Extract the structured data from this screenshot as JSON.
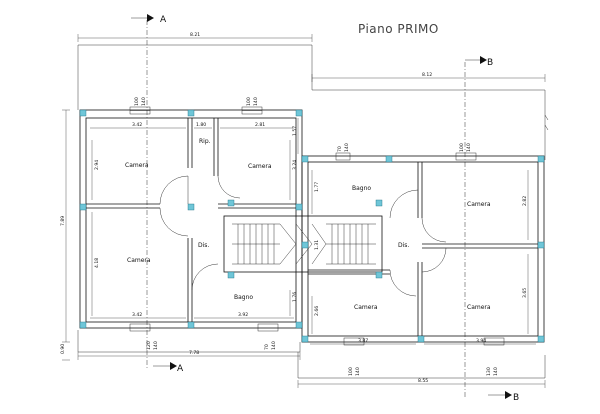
{
  "title": "Piano PRIMO",
  "sections": {
    "a_top": "A",
    "a_bottom": "A",
    "b_top": "B",
    "b_bottom": "B"
  },
  "rooms": {
    "camera_tl": "Camera",
    "rip": "Rip.",
    "camera_tc": "Camera",
    "camera_ml": "Camera",
    "dis_left": "Dis.",
    "bagno_left": "Bagno",
    "bagno_right": "Bagno",
    "dis_right": "Dis.",
    "camera_tr": "Camera",
    "camera_bc": "Camera",
    "camera_br": "Camera"
  },
  "dims": {
    "overall_top_left": "8.21",
    "overall_top_right": "8.12",
    "overall_bottom_left": "7.78",
    "overall_bottom_right": "8.55",
    "height_left": "7.89",
    "height_left_small": "0.90",
    "w_342_top": "3.42",
    "w_180": "1.80",
    "w_281": "2.81",
    "w_342_bottom": "3.42",
    "w_392": "3.92",
    "w_387": "3.87",
    "w_394": "3.94",
    "h_294": "2.94",
    "h_418": "4.18",
    "h_324": "3.24",
    "h_157": "1.57",
    "h_177": "1.77",
    "h_176": "1.76",
    "h_266": "2.66",
    "h_282": "2.82",
    "h_365": "3.65",
    "h_131": "1.31",
    "win_100": "100",
    "win_140": "140",
    "win_70": "70",
    "win_120": "120",
    "win_130": "130"
  }
}
